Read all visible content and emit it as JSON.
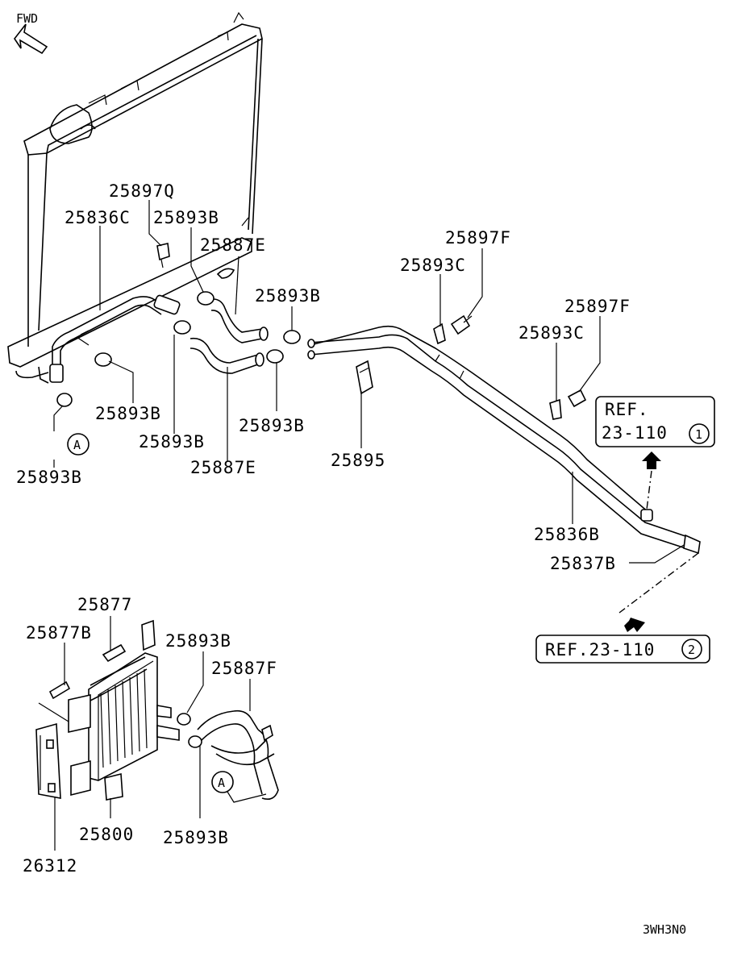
{
  "direction": {
    "label": "FWD",
    "icon": "fwd-arrow-icon"
  },
  "parts": {
    "p_25897Q": "25897Q",
    "p_25836C": "25836C",
    "p_25893B_top": "25893B",
    "p_25887E_top": "25887E",
    "p_25893B_right": "25893B",
    "p_25893B_mid1": "25893B",
    "p_25893B_mid2": "25893B",
    "p_25893B_mid3": "25893B",
    "p_25887E_bot": "25887E",
    "p_25893B_left": "25893B",
    "p_25897F_a": "25897F",
    "p_25893C_a": "25893C",
    "p_25897F_b": "25897F",
    "p_25893C_b": "25893C",
    "p_25895": "25895",
    "p_25836B": "25836B",
    "p_25837B": "25837B",
    "p_25877": "25877",
    "p_25877B": "25877B",
    "p_25893B_cooler1": "25893B",
    "p_25887F": "25887F",
    "p_25893B_cooler2": "25893B",
    "p_25800": "25800",
    "p_26312": "26312"
  },
  "refs": {
    "ref1": {
      "line1": "REF.",
      "line2": "23-110",
      "num": "1"
    },
    "ref2": {
      "text": "REF.23-110",
      "num": "2"
    }
  },
  "markers": {
    "a_top": "A",
    "a_bottom": "A"
  },
  "figure_code": "3WH3N0"
}
